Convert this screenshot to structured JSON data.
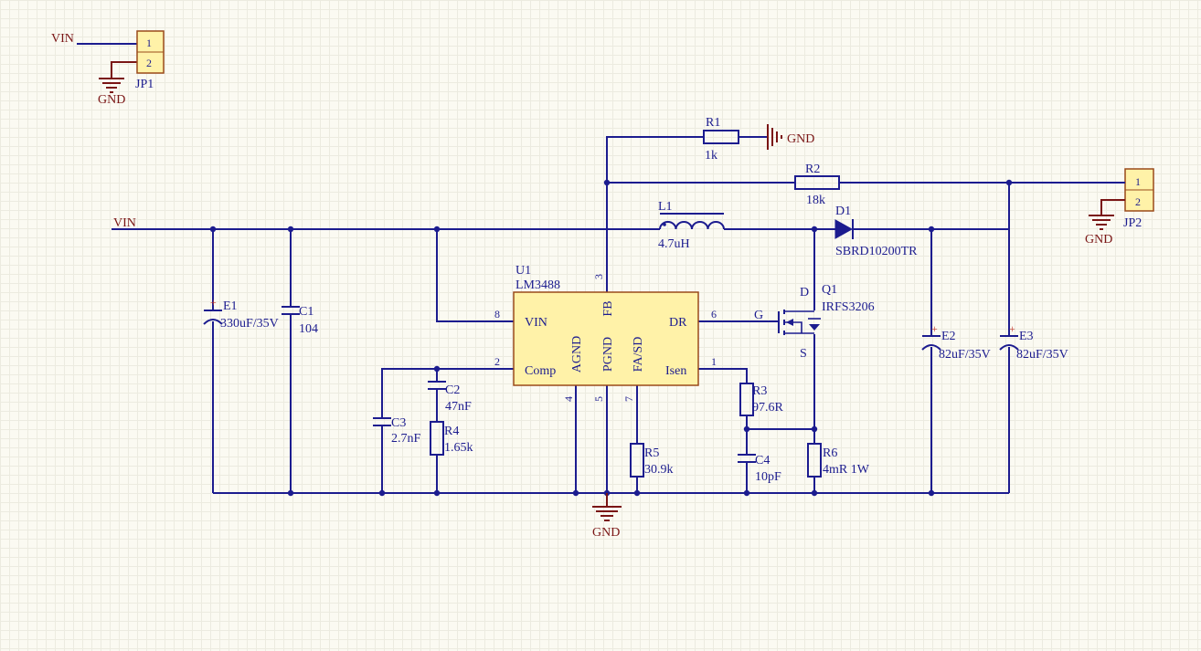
{
  "nets": {
    "vin": "VIN",
    "gnd": "GND"
  },
  "connectors": {
    "jp1": {
      "designator": "JP1",
      "pin1": "1",
      "pin2": "2"
    },
    "jp2": {
      "designator": "JP2",
      "pin1": "1",
      "pin2": "2"
    }
  },
  "ic": {
    "designator": "U1",
    "part": "LM3488",
    "pins": {
      "vin": "VIN",
      "comp": "Comp",
      "dr": "DR",
      "isen": "Isen",
      "fb": "FB",
      "agnd": "AGND",
      "pgnd": "PGND",
      "fasd": "FA/SD"
    },
    "pin_numbers": {
      "vin": "8",
      "comp": "2",
      "dr": "6",
      "isen": "1",
      "fb": "3",
      "agnd": "4",
      "pgnd": "5",
      "fasd": "7"
    }
  },
  "components": {
    "r1": {
      "designator": "R1",
      "value": "1k"
    },
    "r2": {
      "designator": "R2",
      "value": "18k"
    },
    "r3": {
      "designator": "R3",
      "value": "97.6R"
    },
    "r4": {
      "designator": "R4",
      "value": "1.65k"
    },
    "r5": {
      "designator": "R5",
      "value": "30.9k"
    },
    "r6": {
      "designator": "R6",
      "value": "4mR 1W"
    },
    "c1": {
      "designator": "C1",
      "value": "104"
    },
    "c2": {
      "designator": "C2",
      "value": "47nF"
    },
    "c3": {
      "designator": "C3",
      "value": "2.7nF"
    },
    "c4": {
      "designator": "C4",
      "value": "10pF"
    },
    "e1": {
      "designator": "E1",
      "value": "330uF/35V"
    },
    "e2": {
      "designator": "E2",
      "value": "82uF/35V"
    },
    "e3": {
      "designator": "E3",
      "value": "82uF/35V"
    },
    "l1": {
      "designator": "L1",
      "value": "4.7uH"
    },
    "d1": {
      "designator": "D1",
      "value": "SBRD10200TR"
    },
    "q1": {
      "designator": "Q1",
      "value": "IRFS3206",
      "drain": "D",
      "gate": "G",
      "source": "S"
    }
  },
  "polarity_mark": "+"
}
